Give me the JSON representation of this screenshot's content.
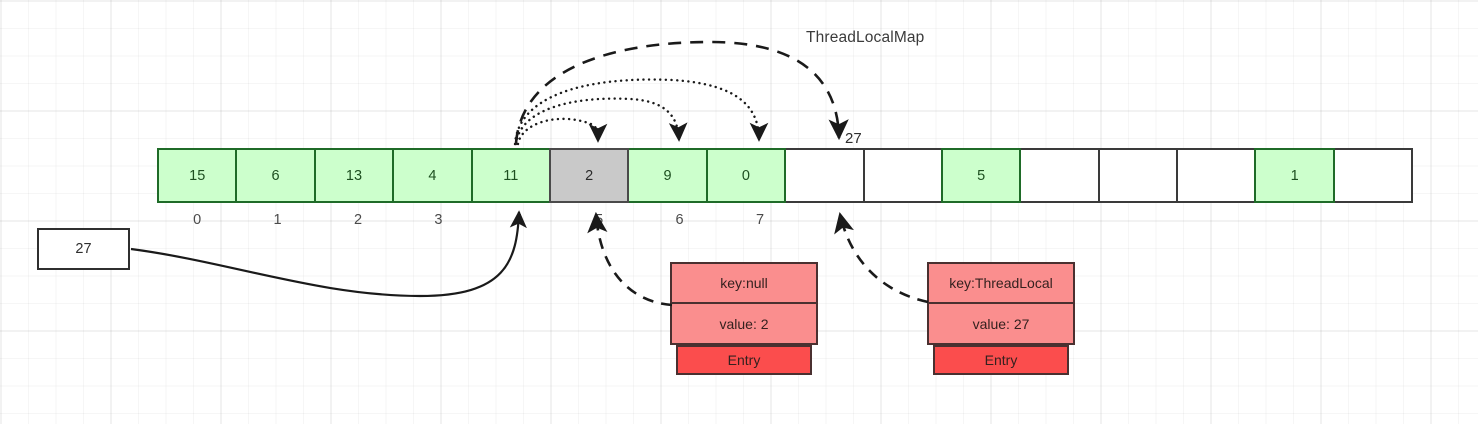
{
  "title": "ThreadLocalMap",
  "array": {
    "cells": [
      {
        "value": "15",
        "state": "green"
      },
      {
        "value": "6",
        "state": "green"
      },
      {
        "value": "13",
        "state": "green"
      },
      {
        "value": "4",
        "state": "green"
      },
      {
        "value": "11",
        "state": "green"
      },
      {
        "value": "2",
        "state": "gray"
      },
      {
        "value": "9",
        "state": "green"
      },
      {
        "value": "0",
        "state": "green"
      },
      {
        "value": "",
        "state": "empty"
      },
      {
        "value": "",
        "state": "empty"
      },
      {
        "value": "5",
        "state": "green"
      },
      {
        "value": "",
        "state": "empty"
      },
      {
        "value": "",
        "state": "empty"
      },
      {
        "value": "",
        "state": "empty"
      },
      {
        "value": "1",
        "state": "green"
      },
      {
        "value": "",
        "state": "empty"
      }
    ],
    "index_labels": [
      "0",
      "1",
      "2",
      "3",
      "4",
      "5",
      "6",
      "7"
    ]
  },
  "value_box": {
    "label": "27"
  },
  "arc_label": {
    "label": "27"
  },
  "entries": [
    {
      "key": "key:null",
      "value": "value: 2",
      "footer": "Entry"
    },
    {
      "key": "key:ThreadLocal",
      "value": "value: 27",
      "footer": "Entry"
    }
  ],
  "colors": {
    "cell_green_fill": "#ccffcc",
    "cell_green_border": "#1f6b28",
    "cell_gray_fill": "#c9c9c9",
    "cell_empty_fill": "#ffffff",
    "cell_border": "#3a3a3a",
    "entry_field_fill": "#fa8e8e",
    "entry_footer_fill": "#fb4d4d",
    "entry_border": "#4a3030",
    "arrow": "#1a1a1a"
  }
}
